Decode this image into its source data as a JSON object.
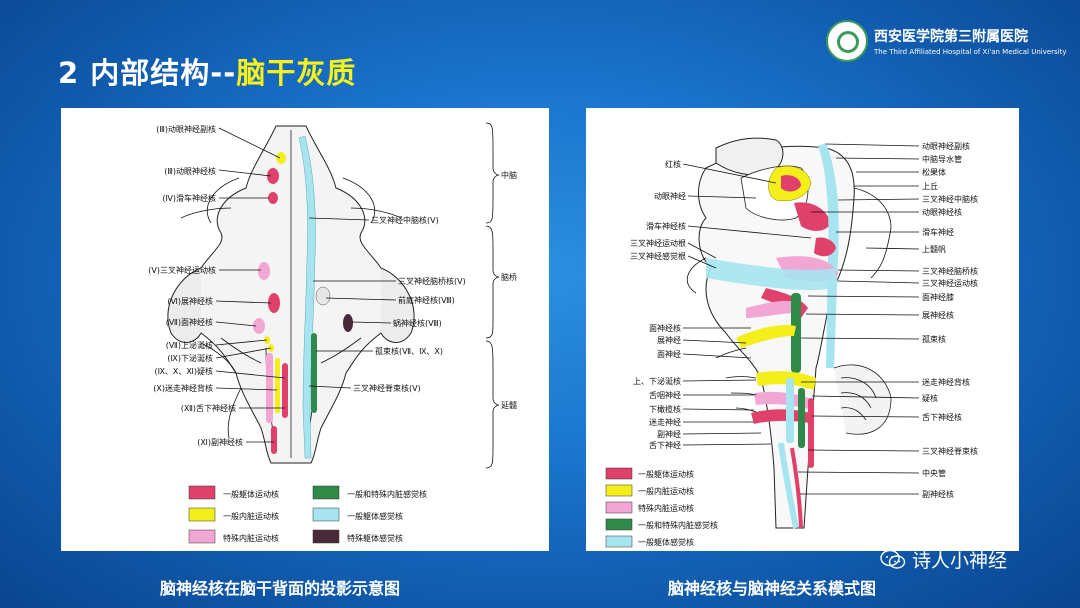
{
  "slide": {
    "title_prefix": "2  内部结构--",
    "title_highlight": "脑干灰质",
    "logo_cn": "西安医学院第三附属医院",
    "logo_en": "The Third Affiliated Hospital of Xi'an Medical University",
    "left_caption": "脑神经核在脑干背面的投影示意图",
    "right_caption": "脑神经核与脑神经关系模式图",
    "watermark": "诗人小神经"
  },
  "left_diagram": {
    "left_labels": [
      "(Ⅲ)动眼神经副核",
      "(Ⅲ)动眼神经核",
      "(Ⅳ)滑车神经核",
      "(Ⅴ)三叉神经运动核",
      "(Ⅵ)展神经核",
      "(Ⅶ)面神经核",
      "(Ⅶ)上泌涎核",
      "(Ⅸ)下泌涎核",
      "(Ⅸ、Ⅹ、Ⅺ)疑核",
      "(Ⅹ)迷走神经背核",
      "(Ⅻ)舌下神经核",
      "(Ⅺ)副神经核"
    ],
    "right_labels": [
      "三叉神经中脑核(Ⅴ)",
      "三叉神经脑桥核(Ⅴ)",
      "前庭神经核(Ⅷ)",
      "蜗神经核(Ⅷ)",
      "孤束核(Ⅶ、Ⅸ、Ⅹ)",
      "三叉神经脊束核(Ⅴ)"
    ],
    "regions": [
      "中脑",
      "脑桥",
      "延髓"
    ],
    "legend": [
      {
        "label": "一般躯体运动核",
        "color": "#e0416a"
      },
      {
        "label": "一般和特殊内脏感觉核",
        "color": "#2f8a4a"
      },
      {
        "label": "一般内脏运动核",
        "color": "#f4ee1a"
      },
      {
        "label": "一般躯体感觉核",
        "color": "#a6e4ef"
      },
      {
        "label": "特殊内脏运动核",
        "color": "#f2a6d4"
      },
      {
        "label": "特殊躯体感觉核",
        "color": "#4a2a3a"
      }
    ]
  },
  "right_diagram": {
    "left_labels": [
      "红核",
      "动眼神经",
      "滑车神经核",
      "三叉神经运动根",
      "三叉神经感觉根",
      "面神经核",
      "展神经",
      "面神经",
      "上、下泌涎核",
      "舌咽神经",
      "下橄榄核",
      "迷走神经",
      "副神经",
      "舌下神经"
    ],
    "right_labels": [
      "动眼神经副核",
      "中脑导水管",
      "松果体",
      "上丘",
      "三叉神经中脑核",
      "动眼神经核",
      "滑车神经",
      "上髓帆",
      "三叉神经脑桥核",
      "三叉神经运动核",
      "面神经膝",
      "展神经核",
      "孤束核",
      "迷走神经背核",
      "疑核",
      "舌下神经核",
      "三叉神经脊束核",
      "中央管",
      "副神经核"
    ],
    "legend": [
      {
        "label": "一般躯体运动核",
        "color": "#e0416a"
      },
      {
        "label": "一般内脏运动核",
        "color": "#f4ee1a"
      },
      {
        "label": "特殊内脏运动核",
        "color": "#f2a6d4"
      },
      {
        "label": "一般和特殊内脏感觉核",
        "color": "#2f8a4a"
      },
      {
        "label": "一般躯体感觉核",
        "color": "#a6e4ef"
      }
    ]
  }
}
